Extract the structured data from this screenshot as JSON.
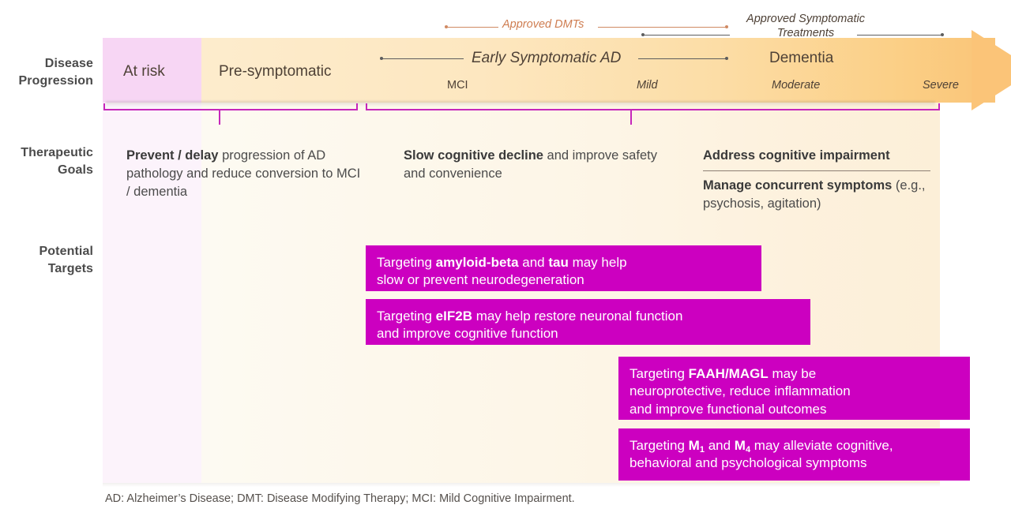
{
  "rows": {
    "progression_label": "Disease\nProgression",
    "goals_label": "Therapeutic\nGoals",
    "targets_label": "Potential\nTargets"
  },
  "progression": {
    "stages": [
      {
        "name": "At risk",
        "sub": ""
      },
      {
        "name": "Pre-symptomatic",
        "sub": ""
      },
      {
        "name": "Early Symptomatic AD",
        "sub_left": "MCI",
        "sub_right": "Mild"
      },
      {
        "name": "Dementia",
        "sub_left": "Moderate",
        "sub_right": "Severe"
      }
    ],
    "labels": {
      "at_risk": "At risk",
      "pre_symptomatic": "Pre-symptomatic",
      "early_symptomatic": "Early Symptomatic AD",
      "dementia": "Dementia",
      "mci": "MCI",
      "mild": "Mild",
      "moderate": "Moderate",
      "severe": "Severe"
    },
    "annotations": {
      "approved_dmts": "Approved DMTs",
      "approved_symptomatic_line1": "Approved Symptomatic",
      "approved_symptomatic_line2": "Treatments"
    }
  },
  "therapeutic_goals": [
    {
      "bold": "Prevent / delay",
      "rest": " progression of AD pathology and reduce conversion to MCI / dementia"
    },
    {
      "bold": "Slow cognitive decline",
      "rest": " and improve safety and convenience"
    },
    {
      "bold": "Address cognitive impairment",
      "rest": ""
    },
    {
      "bold": "Manage concurrent symptoms",
      "rest": " (e.g., psychosis, agitation)"
    }
  ],
  "potential_targets": [
    {
      "id": "amyloid-tau",
      "text_plain": "Targeting amyloid-beta and tau may help slow or prevent neurodegeneration"
    },
    {
      "id": "eif2b",
      "text_plain": "Targeting eIF2B may help restore neuronal function and improve cognitive function"
    },
    {
      "id": "faah-magl",
      "text_plain": "Targeting FAAH/MAGL may be neuroprotective, reduce inflammation and improve functional outcomes"
    },
    {
      "id": "m1-m4",
      "text_plain": "Targeting M1 and M4 may alleviate cognitive, behavioral and psychological symptoms"
    }
  ],
  "footnote": "AD: Alzheimer’s Disease; DMT: Disease Modifying Therapy; MCI: Mild Cognitive Impairment.",
  "colors": {
    "magenta_box": "#CC00C0",
    "bracket_magenta": "#C627BB",
    "arrow_pink": "#F7D6F4",
    "arrow_cream": "#FDECCD",
    "arrow_orange": "#FAC477",
    "dmt_orange_text": "#CF7E52",
    "body_text": "#4B4B4B"
  }
}
